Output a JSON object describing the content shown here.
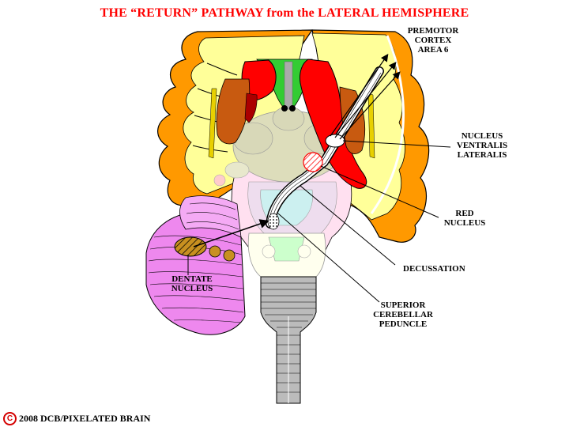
{
  "title": "THE “RETURN” PATHWAY from the LATERAL HEMISPHERE",
  "labels": {
    "premotor": [
      "PREMOTOR",
      "CORTEX",
      "AREA 6"
    ],
    "nucleus_ventralis_lateralis": [
      "NUCLEUS",
      "VENTRALIS",
      "LATERALIS"
    ],
    "red_nucleus": [
      "RED",
      "NUCLEUS"
    ],
    "decussation": "DECUSSATION",
    "dentate_nucleus": [
      "DENTATE",
      "NUCLEUS"
    ],
    "superior_cerebellar_peduncle": [
      "SUPERIOR",
      "CEREBELLAR",
      "PEDUNCLE"
    ]
  },
  "copyright": {
    "symbol": "C",
    "text": "2008  DCB/PIXELATED BRAIN"
  },
  "colors": {
    "title": "#ff0000",
    "cortex": "#ff9900",
    "white_matter": "#ffff99",
    "caudate_putamen": "#e8e800",
    "red_structure": "#ff0000",
    "green_septum": "#33cc33",
    "brown_putamen": "#c85a10",
    "thalamus": "#ddddbb",
    "cerebellum": "#ee88ee",
    "brainstem": "#ddddff",
    "dentate": "#c89020"
  }
}
